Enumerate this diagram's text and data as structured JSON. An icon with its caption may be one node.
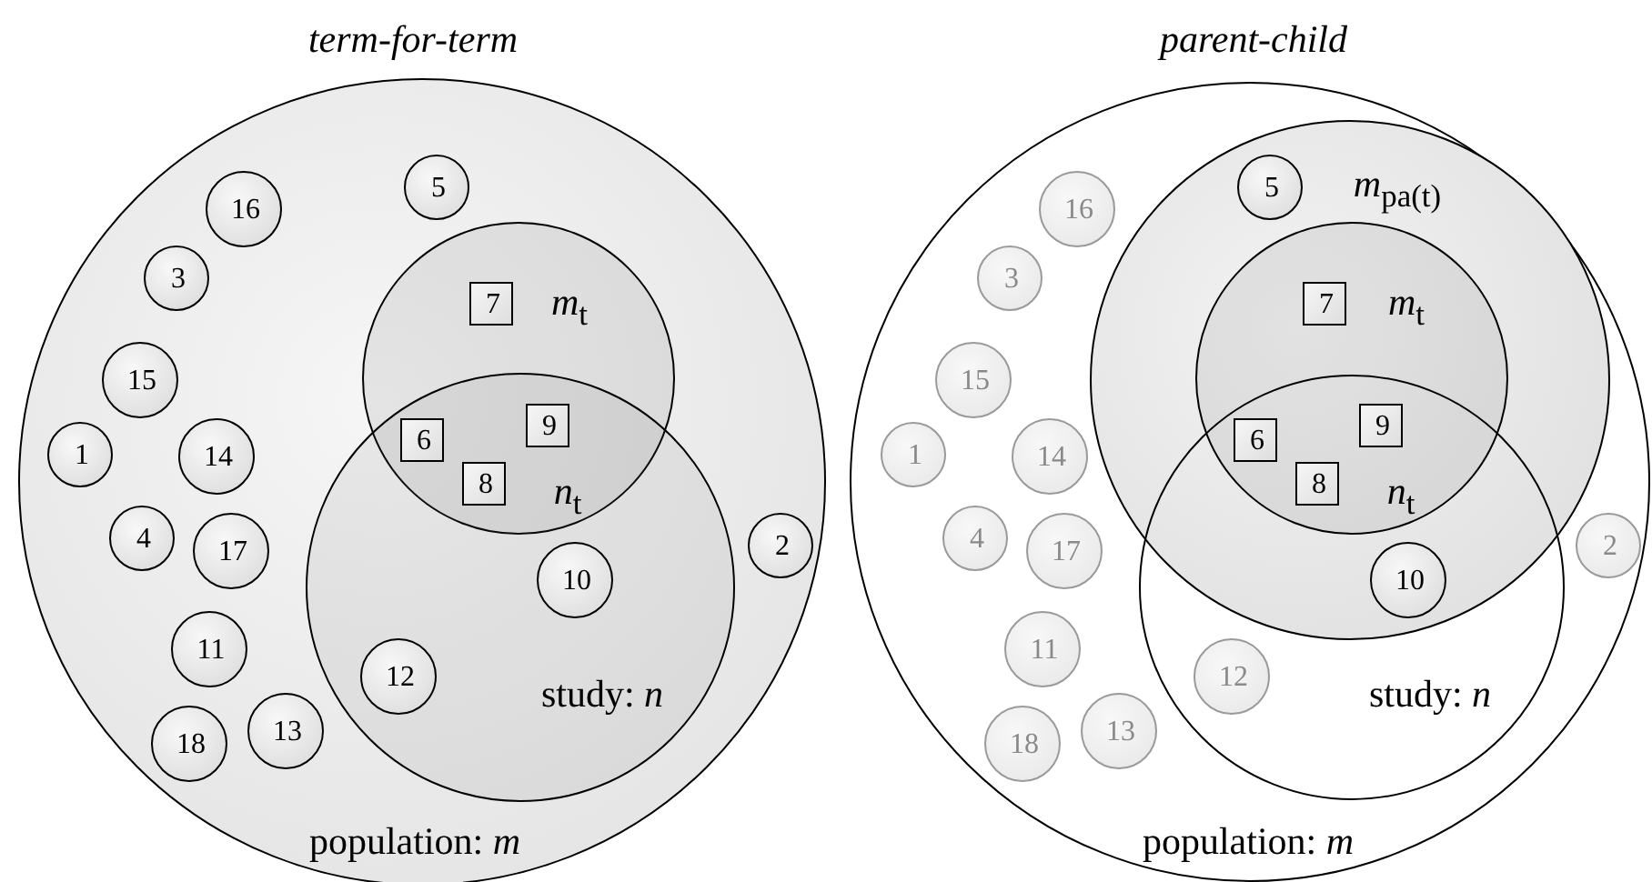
{
  "diagram": {
    "nodes": [
      {
        "text": [
          "population: *m*"
        ]
      },
      {
        "text": [
          "*m*$_{t}$"
        ],
        "in": 0
      },
      {
        "text": [
          "study: *n*"
        ],
        "in": 0
      },
      {
        "text": [
          "1"
        ],
        "in": 0
      },
      {
        "text": [
          "2"
        ],
        "in": 0
      },
      {
        "text": [
          "3"
        ],
        "in": 0
      },
      {
        "text": [
          "4"
        ],
        "in": 0
      },
      {
        "text": [
          "5"
        ],
        "in": 0
      },
      {
        "text": [
          "6"
        ]
      },
      {
        "text": [
          "7"
        ],
        "in": 1
      },
      {
        "text": [
          "8"
        ]
      },
      {
        "text": [
          "9"
        ]
      },
      {
        "text": [
          "10"
        ],
        "in": 2
      },
      {
        "text": [
          "11"
        ],
        "in": 0
      },
      {
        "text": [
          "12"
        ],
        "in": 2
      },
      {
        "text": [
          "13"
        ],
        "in": 0
      },
      {
        "text": [
          "14"
        ],
        "in": 0
      },
      {
        "text": [
          "15"
        ],
        "in": 0
      },
      {
        "text": [
          "16"
        ],
        "in": 0
      },
      {
        "text": [
          "17"
        ],
        "in": 0
      },
      {
        "text": [
          "18"
        ],
        "in": 0
      },
      {
        "text": [
          "population: *m*"
        ]
      },
      {
        "text": [
          "*m*$_{pa(t)}$"
        ],
        "in": 21
      },
      {
        "text": [
          "*m*$_{t}$"
        ],
        "in": 22
      },
      {
        "text": [
          "study: *n*"
        ],
        "in": 21
      },
      {
        "text": [
          "1"
        ],
        "in": 21
      },
      {
        "text": [
          "2"
        ],
        "in": 21
      },
      {
        "text": [
          "3"
        ],
        "in": 21
      },
      {
        "text": [
          "4"
        ],
        "in": 21
      },
      {
        "text": [
          "5"
        ],
        "in": 22
      },
      {
        "text": [
          "6"
        ]
      },
      {
        "text": [
          "7"
        ],
        "in": 23
      },
      {
        "text": [
          "8"
        ]
      },
      {
        "text": [
          "9"
        ]
      },
      {
        "text": [
          "10"
        ]
      },
      {
        "text": [
          "11"
        ],
        "in": 21
      },
      {
        "text": [
          "12"
        ],
        "in": 24
      },
      {
        "text": [
          "13"
        ],
        "in": 21
      },
      {
        "text": [
          "14"
        ],
        "in": 21
      },
      {
        "text": [
          "15"
        ],
        "in": 21
      },
      {
        "text": [
          "16"
        ],
        "in": 21
      },
      {
        "text": [
          "17"
        ],
        "in": 21
      },
      {
        "text": [
          "18"
        ],
        "in": 21
      }
    ],
    "labels": [
      "term-for-term",
      "parent-child",
      "*n*$_{t}$",
      "*n*$_{t}$"
    ]
  }
}
